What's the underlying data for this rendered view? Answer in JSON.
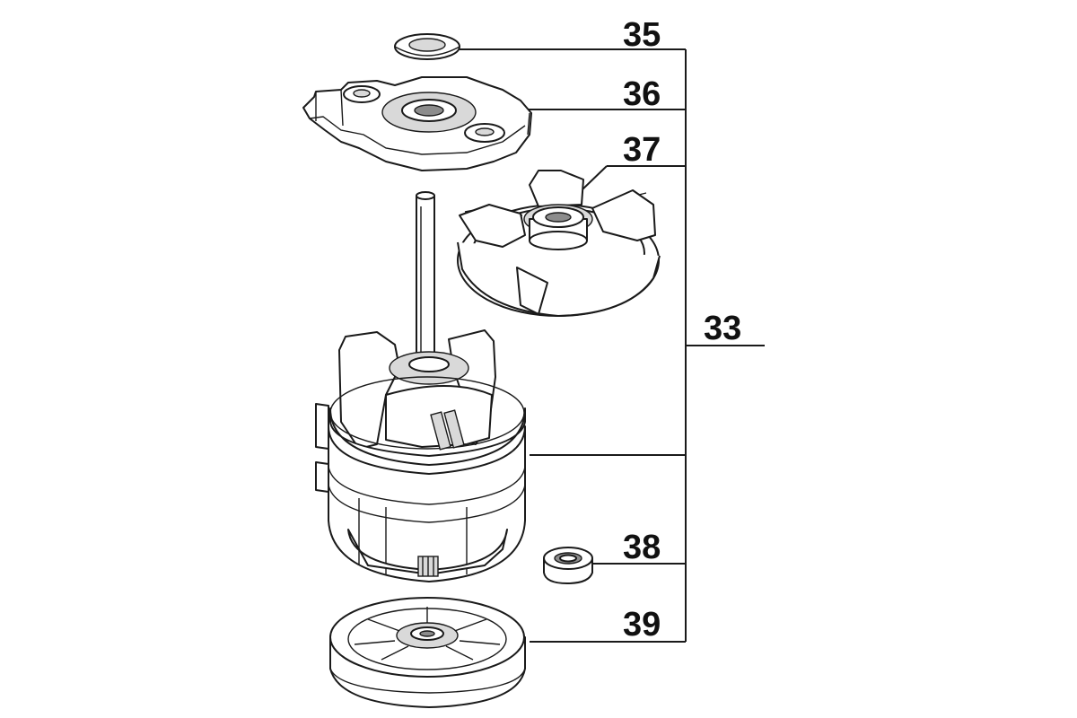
{
  "diagram": {
    "labels": {
      "assembly": "33",
      "seal_cap": "35",
      "top_cover": "36",
      "bearing_bracket": "37",
      "bearing": "38",
      "fan_wheel": "39"
    }
  }
}
